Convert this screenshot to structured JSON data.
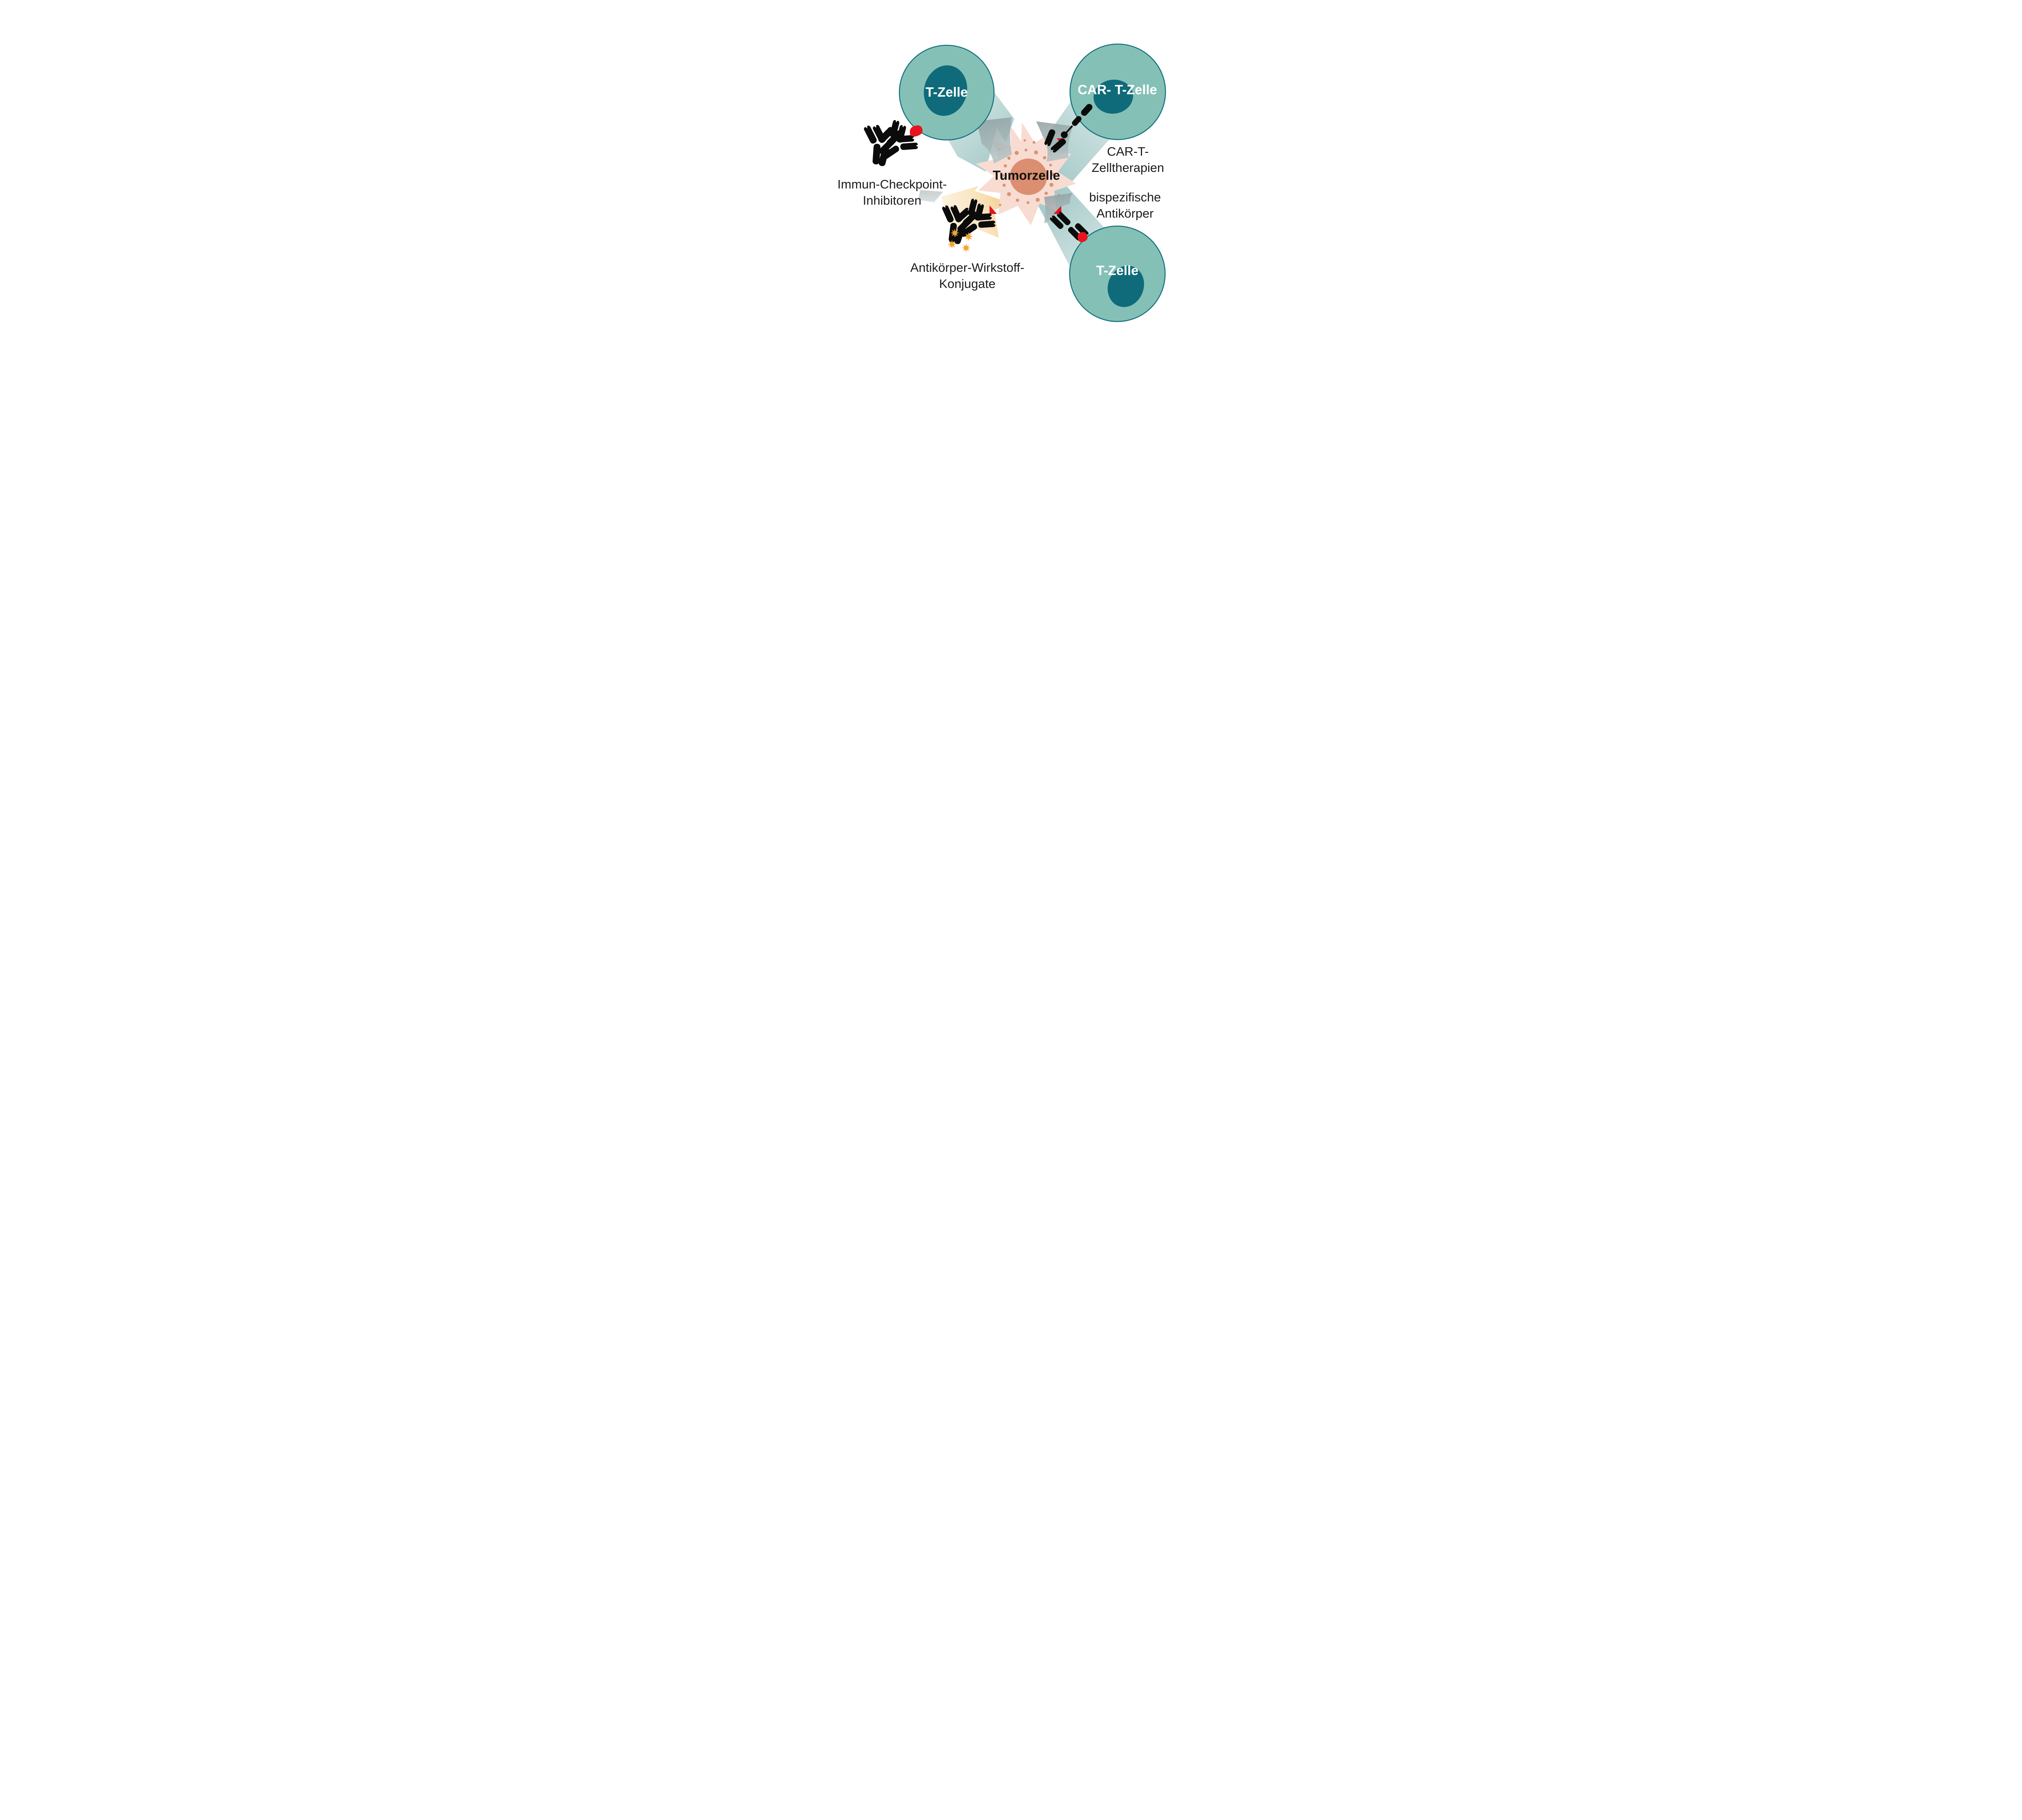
{
  "diagram": {
    "language": "de",
    "subject": "Krebs-Immuntherapien am Tumor"
  },
  "cells": {
    "t_cell_top_left": {
      "label": "T-Zelle"
    },
    "car_t_cell": {
      "line1": "CAR-",
      "line2": "T-Zelle"
    },
    "t_cell_bottom_right": {
      "label": "T-Zelle"
    },
    "tumor": {
      "label": "Tumorzelle"
    }
  },
  "therapies": {
    "checkpoint": {
      "line1": "Immun-Checkpoint-",
      "line2": "Inhibitoren"
    },
    "car_t": {
      "line1": "CAR-T-",
      "line2": "Zelltherapien"
    },
    "bispecific": {
      "line1": "bispezifische",
      "line2": "Antikörper"
    },
    "adc": {
      "line1": "Antikörper-Wirkstoff-",
      "line2": "Konjugate"
    }
  },
  "icons": {
    "antibody": "antibody-y-icon",
    "car_receptor": "car-receptor-icon",
    "bispecific_antibody": "bispecific-antibody-icon",
    "drug_payload": "drug-star-icon",
    "tumor_antigen": "receptor-triangle-icon",
    "t_cell_receptor": "receptor-cone-icon",
    "attack": "attack-arrow-icon"
  },
  "colors": {
    "background": "#FFFFFF",
    "cell_fill": "#85C0B7",
    "cell_stroke": "#14737F",
    "nucleus": "#0F6B7A",
    "tumor_fill": "#F8DCD1",
    "tumor_nucleus": "#DC8E71",
    "tumor_dot": "#D98C6E",
    "antibody_black": "#0B0B0B",
    "receptor_red": "#E8131F",
    "beam_light": "#E8F1EF",
    "beam_dark": "#A0C7C6",
    "gray_arrow": "#96A3A2",
    "star_orange": "#F0A52E",
    "beam_orange_light": "#FDF3E0",
    "beam_orange_dark": "#F3C87F",
    "label_color": "#1C1C1C",
    "cell_label_color": "#FFFFFF"
  }
}
